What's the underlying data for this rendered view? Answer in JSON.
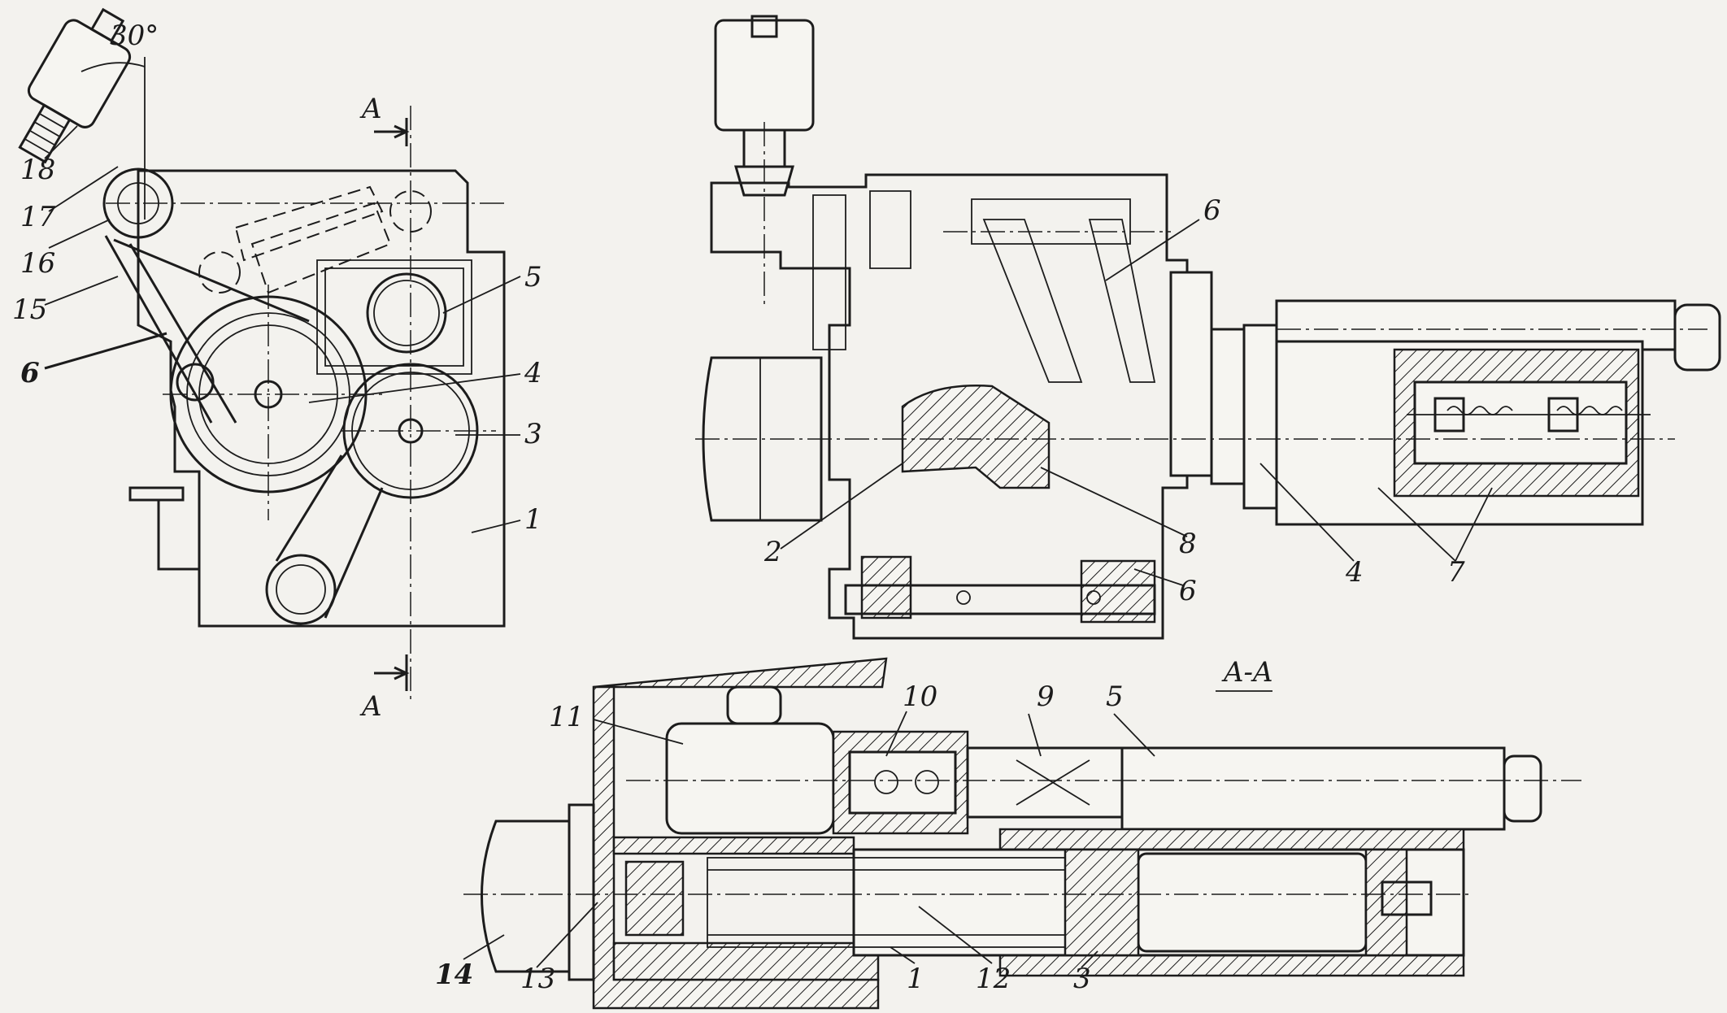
{
  "labels": {
    "angle": "30°",
    "section_mark_top": "A",
    "section_mark_bottom": "A",
    "section_title": "A-A",
    "left_view": [
      "18",
      "17",
      "16",
      "15",
      "6",
      "5",
      "4",
      "3",
      "1"
    ],
    "right_view": [
      "6",
      "2",
      "8",
      "6",
      "4",
      "7"
    ],
    "section_view": [
      "11",
      "10",
      "9",
      "5",
      "14",
      "13",
      "1",
      "12",
      "3"
    ]
  },
  "colors": {
    "ink": "#1c1c1c",
    "paper": "#f3f2ee"
  }
}
